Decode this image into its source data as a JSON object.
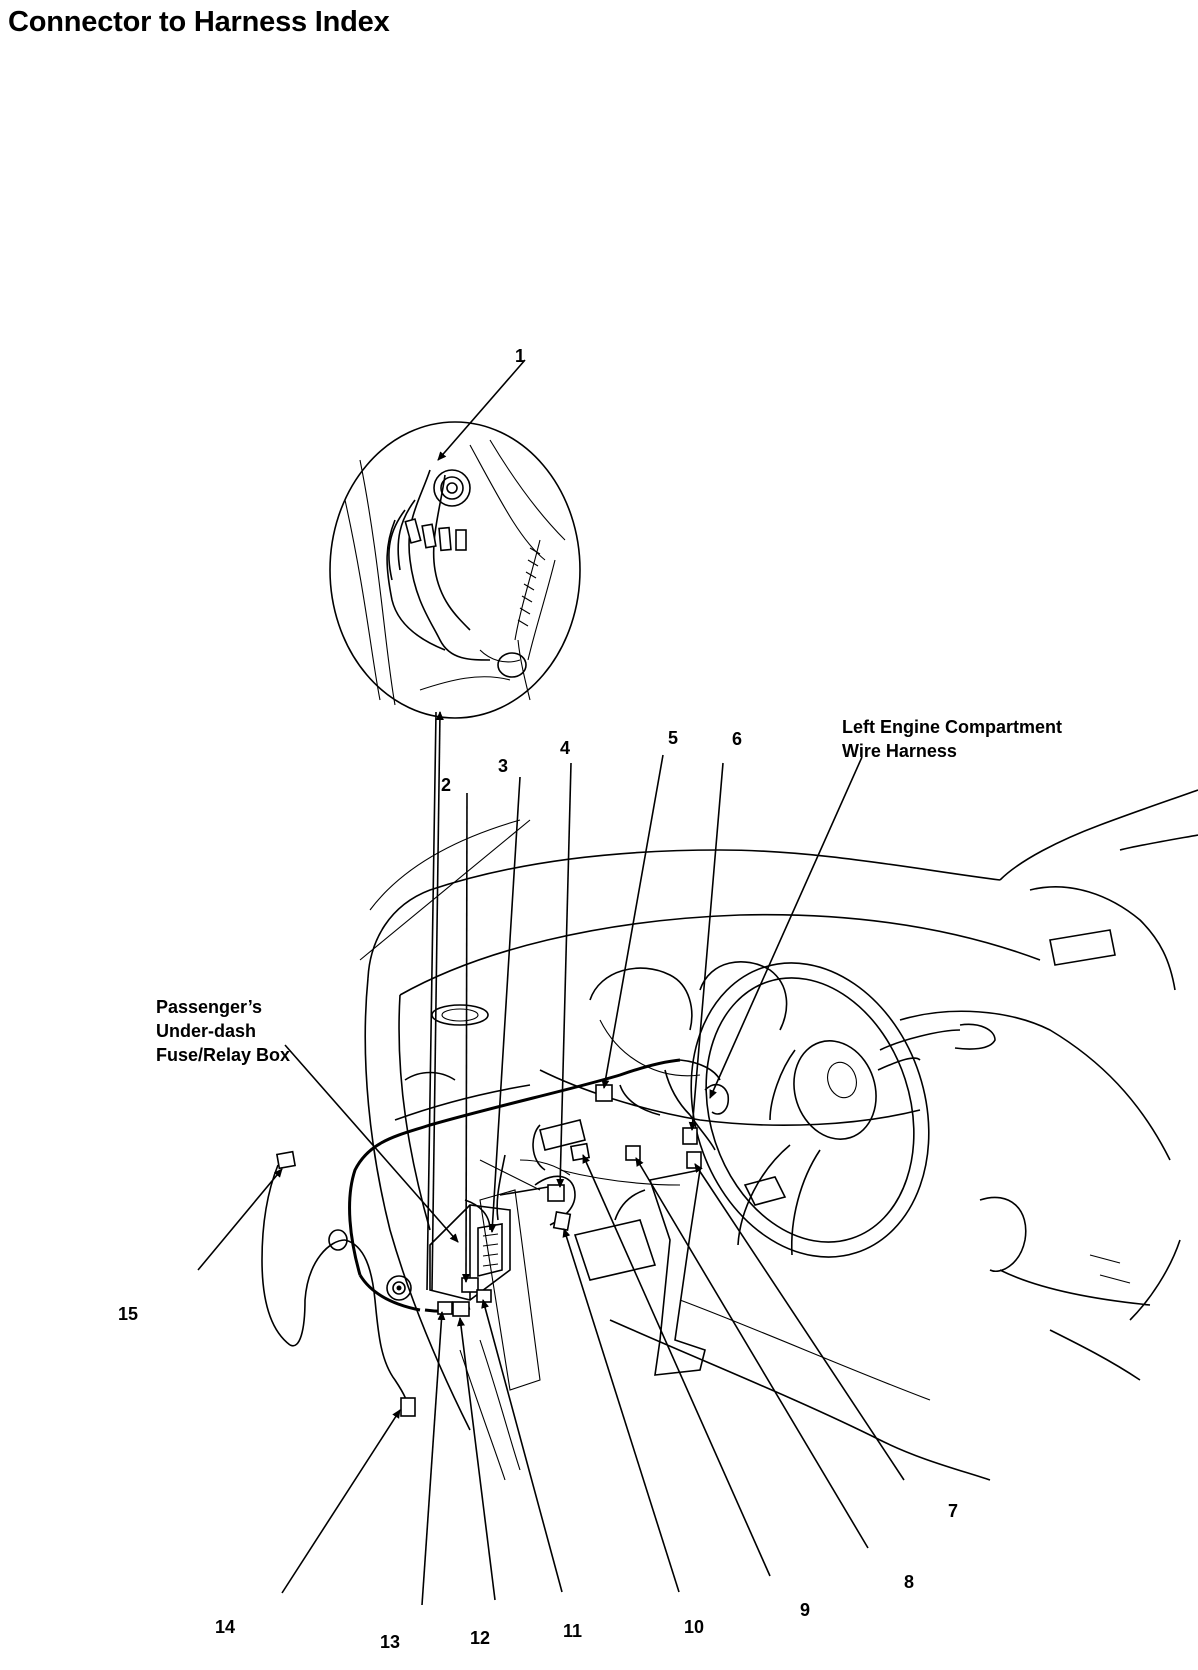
{
  "page": {
    "title": "Connector to Harness Index"
  },
  "labels": {
    "left_engine_line1": "Left Engine Compartment",
    "left_engine_line2": "Wire Harness",
    "passenger_line1": "Passenger’s",
    "passenger_line2": "Under-dash",
    "passenger_line3": "Fuse/Relay Box"
  },
  "callouts": [
    "1",
    "2",
    "3",
    "4",
    "5",
    "6",
    "7",
    "8",
    "9",
    "10",
    "11",
    "12",
    "13",
    "14",
    "15"
  ]
}
